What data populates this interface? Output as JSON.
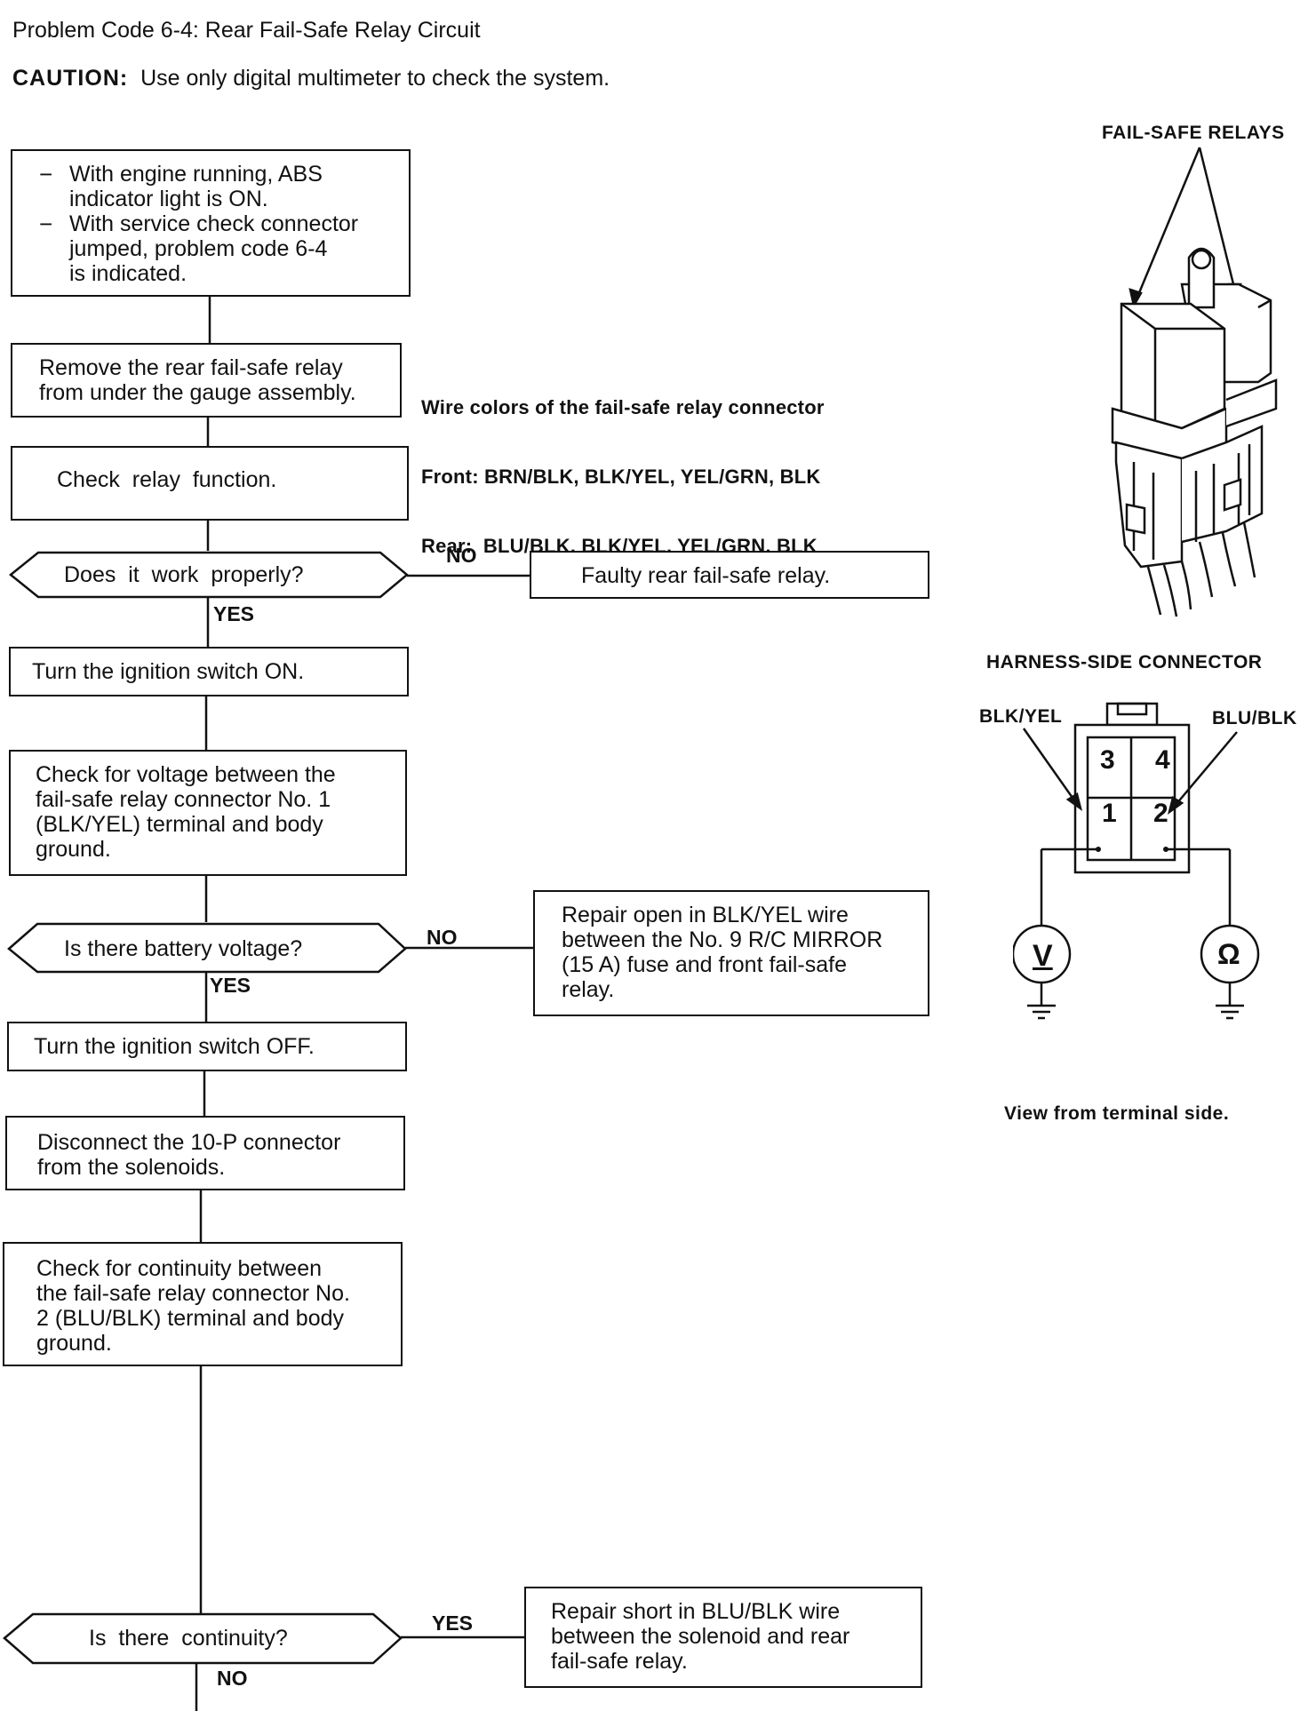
{
  "header": {
    "title": "Problem Code 6-4: Rear Fail-Safe Relay Circuit",
    "caution_label": "CAUTION:",
    "caution_text": "Use only digital multimeter to check the system."
  },
  "steps": {
    "symptom_line1": "With engine running, ABS\nindicator light is ON.",
    "symptom_line2": "With service check connector\njumped, problem code 6-4\nis indicated.",
    "remove_relay": "Remove the rear fail-safe relay\nfrom under the gauge assembly.",
    "check_relay": "Check  relay  function.",
    "q_works": "Does  it  work  properly?",
    "faulty_relay": "Faulty rear fail-safe relay.",
    "ign_on": "Turn the ignition switch ON.",
    "check_voltage": "Check for voltage between the\nfail-safe relay connector No. 1\n(BLK/YEL) terminal and body\nground.",
    "q_voltage": "Is there battery voltage?",
    "repair_open": "Repair open in BLK/YEL wire\nbetween the No. 9 R/C MIRROR\n(15 A) fuse and front fail-safe\nrelay.",
    "ign_off": "Turn the ignition switch OFF.",
    "disconnect": "Disconnect the 10-P connector\nfrom the solenoids.",
    "check_continuity": "Check for continuity between\nthe fail-safe relay connector No.\n2 (BLU/BLK) terminal and body\nground.",
    "q_continuity": "Is  there  continuity?",
    "repair_short": "Repair short in BLU/BLK wire\nbetween the solenoid and rear\nfail-safe relay."
  },
  "branch_labels": {
    "no": "NO",
    "yes": "YES"
  },
  "wire_note": {
    "heading": "Wire colors of the fail-safe relay connector",
    "front": "Front: BRN/BLK, BLK/YEL, YEL/GRN, BLK",
    "rear": "Rear:  BLU/BLK, BLK/YEL, YEL/GRN, BLK"
  },
  "figures": {
    "relays_label": "FAIL-SAFE RELAYS",
    "harness_label": "HARNESS-SIDE CONNECTOR",
    "blk_yel": "BLK/YEL",
    "blu_blk": "BLU/BLK",
    "pin1": "1",
    "pin2": "2",
    "pin3": "3",
    "pin4": "4",
    "voltmeter": "V",
    "ohmmeter": "Ω",
    "view_note": "View from terminal side."
  }
}
